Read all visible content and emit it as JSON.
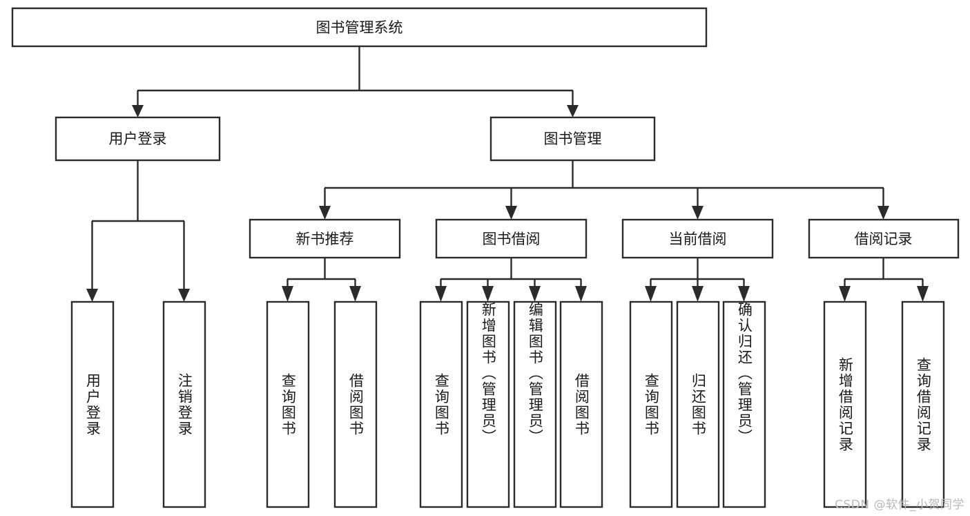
{
  "diagram": {
    "title": "图书管理系统",
    "type": "tree",
    "watermark": "CSDN @软件_小贺同学",
    "colors": {
      "box_stroke": "#2b2b2b",
      "box_fill": "#ffffff",
      "text": "#1a1a1a",
      "background": "#ffffff",
      "watermark": "#b9b9b9"
    },
    "levels": {
      "root": {
        "label": "图书管理系统"
      },
      "level2": [
        {
          "label": "用户登录"
        },
        {
          "label": "图书管理"
        }
      ],
      "level3": [
        {
          "label": "新书推荐"
        },
        {
          "label": "图书借阅"
        },
        {
          "label": "当前借阅"
        },
        {
          "label": "借阅记录"
        }
      ],
      "leaves": [
        {
          "label": "用户登录",
          "parent": "用户登录"
        },
        {
          "label": "注销登录",
          "parent": "用户登录"
        },
        {
          "label": "查询图书",
          "parent": "新书推荐"
        },
        {
          "label": "借阅图书",
          "parent": "新书推荐"
        },
        {
          "label": "查询图书",
          "parent": "图书借阅"
        },
        {
          "label": "新增图书（管理员）",
          "parent": "图书借阅"
        },
        {
          "label": "编辑图书（管理员）",
          "parent": "图书借阅"
        },
        {
          "label": "借阅图书",
          "parent": "图书借阅"
        },
        {
          "label": "查询图书",
          "parent": "当前借阅"
        },
        {
          "label": "归还图书",
          "parent": "当前借阅"
        },
        {
          "label": "确认归还（管理员）",
          "parent": "当前借阅"
        },
        {
          "label": "新增借阅记录",
          "parent": "借阅记录"
        },
        {
          "label": "查询借阅记录",
          "parent": "借阅记录"
        }
      ]
    }
  }
}
